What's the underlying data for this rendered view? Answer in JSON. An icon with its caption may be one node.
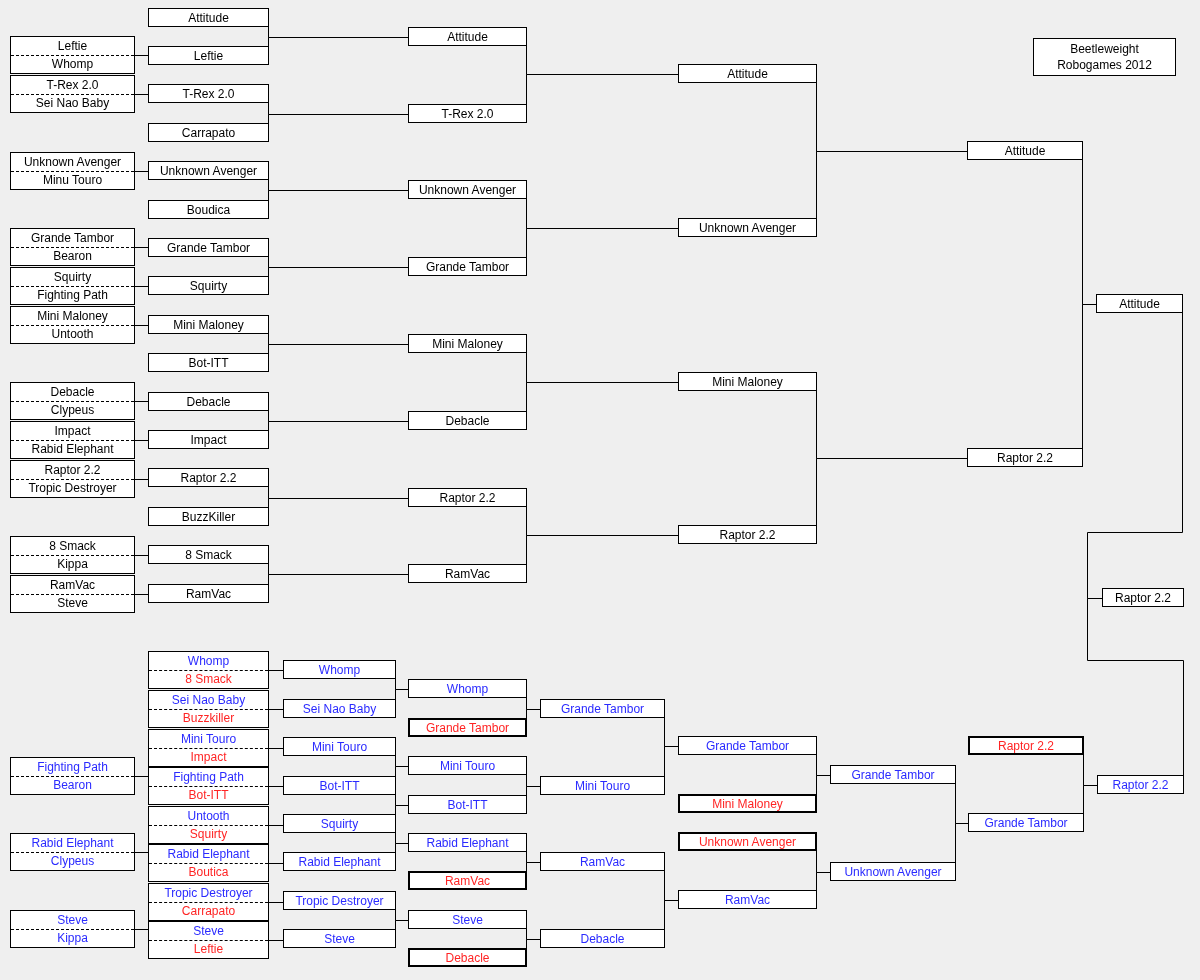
{
  "diagram": {
    "nodes": [
      {
        "text": [
          "Leftie",
          "Whomp"
        ]
      },
      {
        "text": [
          "T-Rex 2.0",
          "Sei Nao Baby"
        ]
      },
      {
        "text": [
          "Unknown Avenger",
          "Minu Touro"
        ]
      },
      {
        "text": [
          "Grande Tambor",
          "Bearon"
        ]
      },
      {
        "text": [
          "Squirty",
          "Fighting Path"
        ]
      },
      {
        "text": [
          "Mini Maloney",
          "Untooth"
        ]
      },
      {
        "text": [
          "Debacle",
          "Clypeus"
        ]
      },
      {
        "text": [
          "Impact",
          "Rabid Elephant"
        ]
      },
      {
        "text": [
          "Raptor 2.2",
          "Tropic Destroyer"
        ]
      },
      {
        "text": [
          "8 Smack",
          "Kippa"
        ]
      },
      {
        "text": [
          "RamVac",
          "Steve"
        ]
      },
      {
        "text": [
          "Attitude"
        ]
      },
      {
        "text": [
          "Leftie"
        ]
      },
      {
        "text": [
          "T-Rex 2.0"
        ]
      },
      {
        "text": [
          "Carrapato"
        ]
      },
      {
        "text": [
          "Unknown Avenger"
        ]
      },
      {
        "text": [
          "Boudica"
        ]
      },
      {
        "text": [
          "Grande Tambor"
        ]
      },
      {
        "text": [
          "Squirty"
        ]
      },
      {
        "text": [
          "Mini Maloney"
        ]
      },
      {
        "text": [
          "Bot-ITT"
        ]
      },
      {
        "text": [
          "Debacle"
        ]
      },
      {
        "text": [
          "Impact"
        ]
      },
      {
        "text": [
          "Raptor 2.2"
        ]
      },
      {
        "text": [
          "BuzzKiller"
        ]
      },
      {
        "text": [
          "8 Smack"
        ]
      },
      {
        "text": [
          "RamVac"
        ]
      },
      {
        "text": [
          "Attitude"
        ]
      },
      {
        "text": [
          "T-Rex 2.0"
        ]
      },
      {
        "text": [
          "Unknown Avenger"
        ]
      },
      {
        "text": [
          "Grande Tambor"
        ]
      },
      {
        "text": [
          "Mini Maloney"
        ]
      },
      {
        "text": [
          "Debacle"
        ]
      },
      {
        "text": [
          "Raptor 2.2"
        ]
      },
      {
        "text": [
          "RamVac"
        ]
      },
      {
        "text": [
          "Attitude"
        ]
      },
      {
        "text": [
          "Unknown Avenger"
        ]
      },
      {
        "text": [
          "Mini Maloney"
        ]
      },
      {
        "text": [
          "Raptor 2.2"
        ]
      },
      {
        "text": [
          "Attitude"
        ]
      },
      {
        "text": [
          "Raptor 2.2"
        ]
      },
      {
        "text": [
          "Attitude"
        ]
      },
      {
        "text": [
          "Fighting Path",
          "Bearon"
        ]
      },
      {
        "text": [
          "Rabid Elephant",
          "Clypeus"
        ]
      },
      {
        "text": [
          "Steve",
          "Kippa"
        ]
      },
      {
        "text": [
          "Whomp",
          "8 Smack"
        ]
      },
      {
        "text": [
          "Sei Nao Baby",
          "Buzzkiller"
        ]
      },
      {
        "text": [
          "Mini Touro",
          "Impact"
        ]
      },
      {
        "text": [
          "Fighting Path",
          "Bot-ITT"
        ]
      },
      {
        "text": [
          "Untooth",
          "Squirty"
        ]
      },
      {
        "text": [
          "Rabid Elephant",
          "Boutica"
        ]
      },
      {
        "text": [
          "Tropic Destroyer",
          "Carrapato"
        ]
      },
      {
        "text": [
          "Steve",
          "Leftie"
        ]
      },
      {
        "text": [
          "Whomp"
        ]
      },
      {
        "text": [
          "Sei Nao Baby"
        ]
      },
      {
        "text": [
          "Mini Touro"
        ]
      },
      {
        "text": [
          "Bot-ITT"
        ]
      },
      {
        "text": [
          "Squirty"
        ]
      },
      {
        "text": [
          "Rabid Elephant"
        ]
      },
      {
        "text": [
          "Tropic Destroyer"
        ]
      },
      {
        "text": [
          "Steve"
        ]
      },
      {
        "text": [
          "Whomp"
        ]
      },
      {
        "text": [
          "Grande Tambor"
        ]
      },
      {
        "text": [
          "Mini Touro"
        ]
      },
      {
        "text": [
          "Bot-ITT"
        ]
      },
      {
        "text": [
          "Rabid Elephant"
        ]
      },
      {
        "text": [
          "RamVac"
        ]
      },
      {
        "text": [
          "Steve"
        ]
      },
      {
        "text": [
          "Debacle"
        ]
      },
      {
        "text": [
          "Grande Tambor"
        ]
      },
      {
        "text": [
          "Mini Touro"
        ]
      },
      {
        "text": [
          "RamVac"
        ]
      },
      {
        "text": [
          "Debacle"
        ]
      },
      {
        "text": [
          "Grande Tambor"
        ]
      },
      {
        "text": [
          "Mini Maloney"
        ]
      },
      {
        "text": [
          "Unknown Avenger"
        ]
      },
      {
        "text": [
          "RamVac"
        ]
      },
      {
        "text": [
          "Grande Tambor"
        ]
      },
      {
        "text": [
          "Unknown Avenger"
        ]
      },
      {
        "text": [
          "Raptor 2.2"
        ]
      },
      {
        "text": [
          "Grande Tambor"
        ]
      },
      {
        "text": [
          "Raptor 2.2"
        ]
      },
      {
        "text": [
          "Raptor 2.2"
        ]
      },
      {
        "text": [
          "Beetleweight Robogames 2012"
        ]
      }
    ],
    "edges": [
      {
        "from": 0,
        "to": 12,
        "arrow": "none"
      },
      {
        "from": 1,
        "to": 13,
        "arrow": "none"
      },
      {
        "from": 2,
        "to": 15,
        "arrow": "none"
      },
      {
        "from": 3,
        "to": 17,
        "arrow": "none"
      },
      {
        "from": 4,
        "to": 18,
        "arrow": "none"
      },
      {
        "from": 5,
        "to": 19,
        "arrow": "none"
      },
      {
        "from": 6,
        "to": 21,
        "arrow": "none"
      },
      {
        "from": 7,
        "to": 22,
        "arrow": "none"
      },
      {
        "from": 8,
        "to": 23,
        "arrow": "none"
      },
      {
        "from": 9,
        "to": 25,
        "arrow": "none"
      },
      {
        "from": 10,
        "to": 26,
        "arrow": "none"
      },
      {
        "from": 11,
        "to": 27,
        "arrow": "none"
      },
      {
        "from": 12,
        "to": 27,
        "arrow": "none"
      },
      {
        "from": 13,
        "to": 28,
        "arrow": "none"
      },
      {
        "from": 14,
        "to": 28,
        "arrow": "none"
      },
      {
        "from": 15,
        "to": 29,
        "arrow": "none"
      },
      {
        "from": 16,
        "to": 29,
        "arrow": "none"
      },
      {
        "from": 17,
        "to": 30,
        "arrow": "none"
      },
      {
        "from": 18,
        "to": 30,
        "arrow": "none"
      },
      {
        "from": 19,
        "to": 31,
        "arrow": "none"
      },
      {
        "from": 20,
        "to": 31,
        "arrow": "none"
      },
      {
        "from": 21,
        "to": 32,
        "arrow": "none"
      },
      {
        "from": 22,
        "to": 32,
        "arrow": "none"
      },
      {
        "from": 23,
        "to": 33,
        "arrow": "none"
      },
      {
        "from": 24,
        "to": 33,
        "arrow": "none"
      },
      {
        "from": 25,
        "to": 34,
        "arrow": "none"
      },
      {
        "from": 26,
        "to": 34,
        "arrow": "none"
      },
      {
        "from": 27,
        "to": 35,
        "arrow": "none"
      },
      {
        "from": 28,
        "to": 35,
        "arrow": "none"
      },
      {
        "from": 29,
        "to": 36,
        "arrow": "none"
      },
      {
        "from": 30,
        "to": 36,
        "arrow": "none"
      },
      {
        "from": 31,
        "to": 37,
        "arrow": "none"
      },
      {
        "from": 32,
        "to": 37,
        "arrow": "none"
      },
      {
        "from": 33,
        "to": 38,
        "arrow": "none"
      },
      {
        "from": 34,
        "to": 38,
        "arrow": "none"
      },
      {
        "from": 35,
        "to": 39,
        "arrow": "none"
      },
      {
        "from": 36,
        "to": 39,
        "arrow": "none"
      },
      {
        "from": 37,
        "to": 40,
        "arrow": "none"
      },
      {
        "from": 38,
        "to": 40,
        "arrow": "none"
      },
      {
        "from": 39,
        "to": 41,
        "arrow": "none"
      },
      {
        "from": 40,
        "to": 41,
        "arrow": "none"
      },
      {
        "from": 42,
        "to": 48,
        "arrow": "none"
      },
      {
        "from": 43,
        "to": 50,
        "arrow": "none"
      },
      {
        "from": 44,
        "to": 52,
        "arrow": "none"
      },
      {
        "from": 45,
        "to": 53,
        "arrow": "none"
      },
      {
        "from": 46,
        "to": 54,
        "arrow": "none"
      },
      {
        "from": 47,
        "to": 55,
        "arrow": "none"
      },
      {
        "from": 48,
        "to": 56,
        "arrow": "none"
      },
      {
        "from": 49,
        "to": 57,
        "arrow": "none"
      },
      {
        "from": 50,
        "to": 58,
        "arrow": "none"
      },
      {
        "from": 51,
        "to": 59,
        "arrow": "none"
      },
      {
        "from": 52,
        "to": 60,
        "arrow": "none"
      },
      {
        "from": 53,
        "to": 61,
        "arrow": "none"
      },
      {
        "from": 54,
        "to": 61,
        "arrow": "none"
      },
      {
        "from": 55,
        "to": 63,
        "arrow": "none"
      },
      {
        "from": 56,
        "to": 63,
        "arrow": "none"
      },
      {
        "from": 56,
        "to": 64,
        "arrow": "none"
      },
      {
        "from": 57,
        "to": 64,
        "arrow": "none"
      },
      {
        "from": 57,
        "to": 65,
        "arrow": "none"
      },
      {
        "from": 58,
        "to": 65,
        "arrow": "none"
      },
      {
        "from": 59,
        "to": 67,
        "arrow": "none"
      },
      {
        "from": 60,
        "to": 67,
        "arrow": "none"
      },
      {
        "from": 61,
        "to": 69,
        "arrow": "none"
      },
      {
        "from": 62,
        "to": 69,
        "arrow": "none"
      },
      {
        "from": 63,
        "to": 70,
        "arrow": "none"
      },
      {
        "from": 64,
        "to": 70,
        "arrow": "none"
      },
      {
        "from": 65,
        "to": 71,
        "arrow": "none"
      },
      {
        "from": 66,
        "to": 71,
        "arrow": "none"
      },
      {
        "from": 67,
        "to": 72,
        "arrow": "none"
      },
      {
        "from": 68,
        "to": 72,
        "arrow": "none"
      },
      {
        "from": 69,
        "to": 73,
        "arrow": "none"
      },
      {
        "from": 70,
        "to": 73,
        "arrow": "none"
      },
      {
        "from": 71,
        "to": 76,
        "arrow": "none"
      },
      {
        "from": 72,
        "to": 76,
        "arrow": "none"
      },
      {
        "from": 73,
        "to": 77,
        "arrow": "none"
      },
      {
        "from": 74,
        "to": 77,
        "arrow": "none"
      },
      {
        "from": 75,
        "to": 78,
        "arrow": "none"
      },
      {
        "from": 76,
        "to": 78,
        "arrow": "none"
      },
      {
        "from": 77,
        "to": 80,
        "arrow": "none"
      },
      {
        "from": 78,
        "to": 80,
        "arrow": "none"
      },
      {
        "from": 79,
        "to": 81,
        "arrow": "none"
      },
      {
        "from": 80,
        "to": 81,
        "arrow": "none"
      },
      {
        "from": 41,
        "to": 82,
        "arrow": "none"
      },
      {
        "from": 81,
        "to": 82,
        "arrow": "none"
      }
    ]
  }
}
